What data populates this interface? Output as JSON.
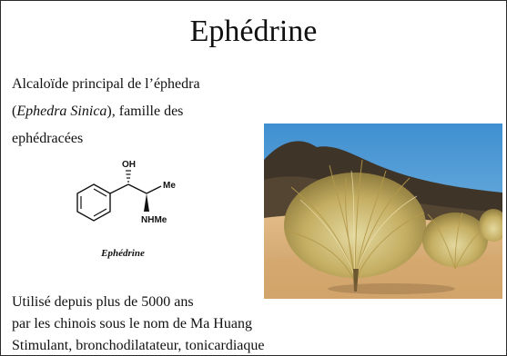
{
  "title": "Ephédrine",
  "intro": {
    "line1": "Alcaloïde principal de l’éphedra",
    "line2_open": "(",
    "line2_italic": "Ephedra Sinica",
    "line2_rest": "), famille des",
    "line3": "ephédracées"
  },
  "molecule": {
    "oh_label": "OH",
    "me_label": "Me",
    "nhme_label": "NHMe",
    "caption": "Ephédrine"
  },
  "photo": {
    "subject": "ephedra-plant-desert-photo"
  },
  "notes": {
    "line1": "Utilisé depuis plus de 5000 ans",
    "line2": "par les chinois sous le nom de Ma Huang",
    "line3": "Stimulant, bronchodilatateur, tonicardiaque"
  },
  "colors": {
    "sky": "#4a9fd6",
    "sand": "#d9b07a",
    "plant": "#c9b46a"
  }
}
